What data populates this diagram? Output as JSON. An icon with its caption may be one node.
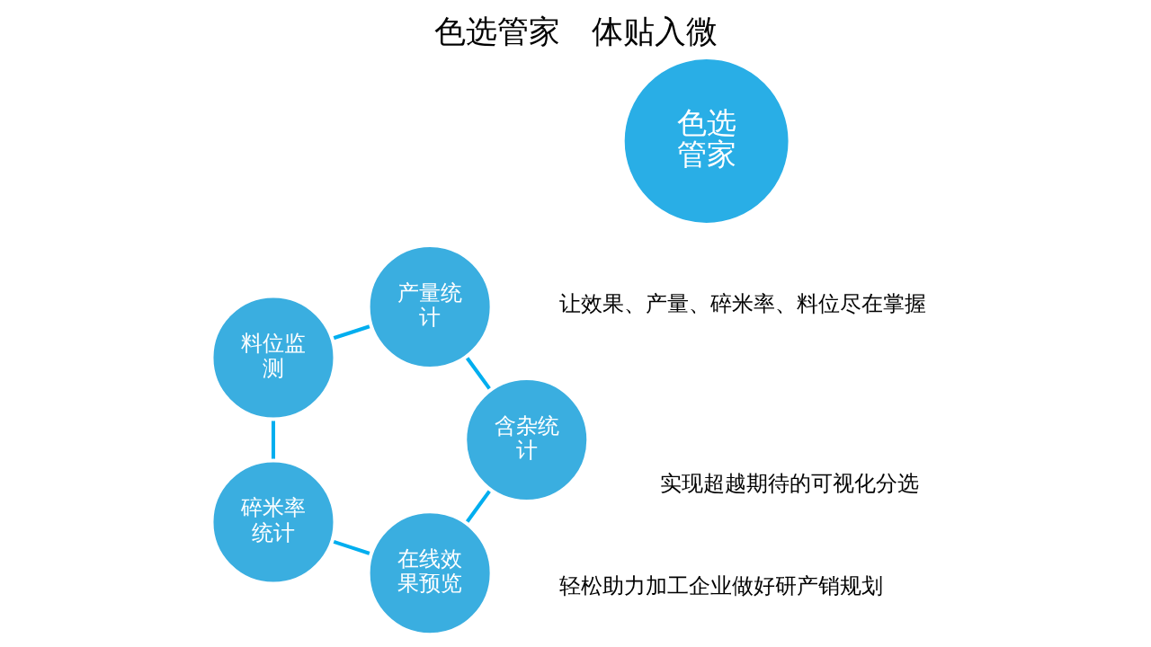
{
  "diagram": {
    "title": "色选管家　体贴入微",
    "nodes": [
      {
        "text": [
          "色选管家"
        ]
      },
      {
        "text": [
          "在线效果预览"
        ]
      },
      {
        "text": [
          "碎米率统计"
        ]
      },
      {
        "text": [
          "料位监测"
        ]
      },
      {
        "text": [
          "产量统计"
        ]
      },
      {
        "text": [
          "含杂统计"
        ]
      }
    ],
    "edges": [
      {
        "from": 1,
        "to": 2,
        "arrow": "none"
      },
      {
        "from": 2,
        "to": 3,
        "arrow": "none"
      },
      {
        "from": 3,
        "to": 4,
        "arrow": "none"
      },
      {
        "from": 4,
        "to": 5,
        "arrow": "none"
      },
      {
        "from": 5,
        "to": 1,
        "arrow": "none"
      }
    ],
    "labels": [
      "实现超越期待的可视化分选",
      "让效果、产量、碎米率、料位尽在掌握",
      "轻松助力加工企业做好研产销规划"
    ]
  }
}
